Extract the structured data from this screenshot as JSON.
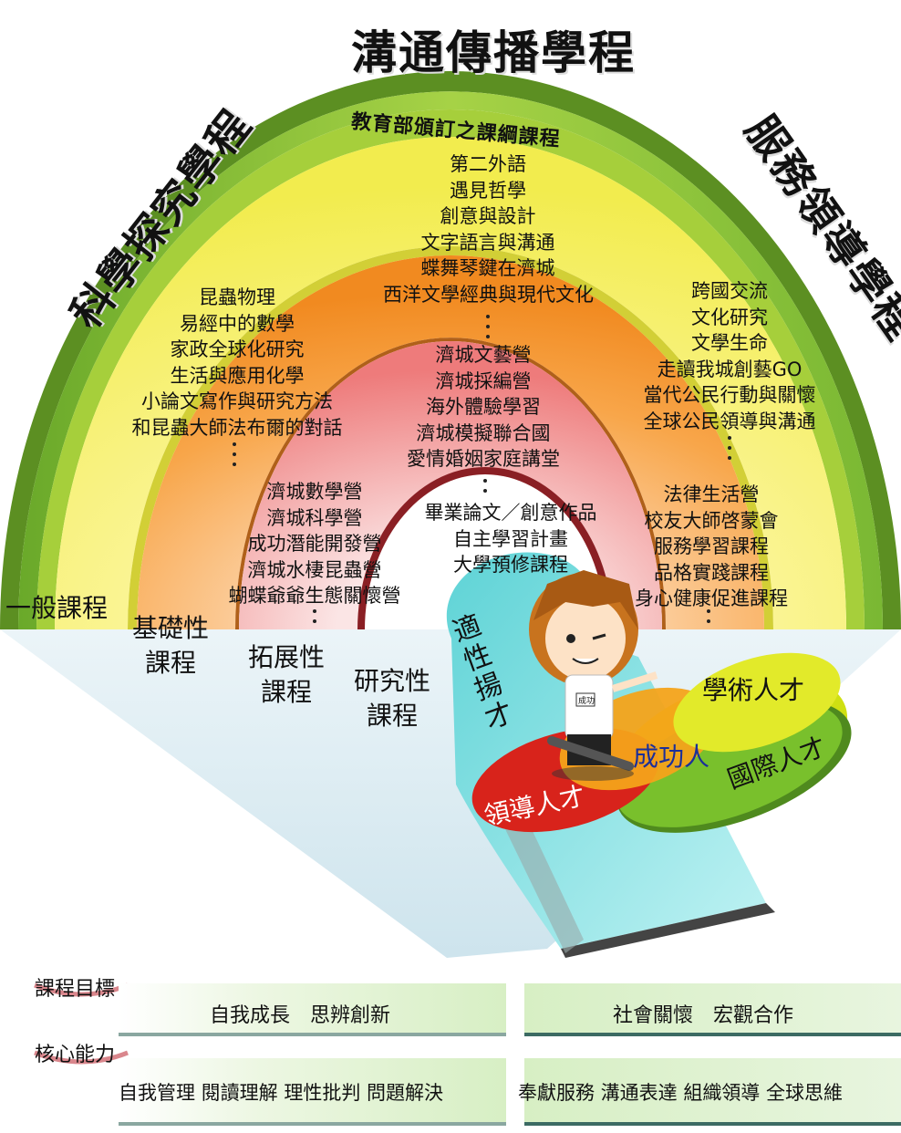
{
  "titles": {
    "top": "溝通傳播學程",
    "left": "科學探究學程",
    "right": "服務領導學程",
    "arc": "教育部頒訂之課綱課程"
  },
  "center_courses": [
    "第二外語",
    "遇見哲學",
    "創意與設計",
    "文字語言與溝通",
    "蝶舞琴鍵在濟城",
    "西洋文學經典與現代文化"
  ],
  "left_courses": [
    "昆蟲物理",
    "易經中的數學",
    "家政全球化研究",
    "生活與應用化學",
    "小論文寫作與研究方法",
    "和昆蟲大師法布爾的對話"
  ],
  "right_courses": [
    "跨國交流",
    "文化研究",
    "文學生命",
    "走讀我城創藝GO",
    "當代公民行動與關懷",
    "全球公民領導與溝通"
  ],
  "mid_center_courses": [
    "濟城文藝營",
    "濟城採編營",
    "海外體驗學習",
    "濟城模擬聯合國",
    "愛情婚姻家庭講堂"
  ],
  "mid_left_courses": [
    "濟城數學營",
    "濟城科學營",
    "成功潛能開發營",
    "濟城水棲昆蟲營",
    "蝴蝶爺爺生態關懷營"
  ],
  "mid_right_courses": [
    "法律生活營",
    "校友大師啓蒙會",
    "服務學習課程",
    "品格實踐課程",
    "身心健康促進課程"
  ],
  "inner_courses": [
    "畢業論文／創意作品",
    "自主學習計畫",
    "大學預修課程"
  ],
  "levels": {
    "general": "一般課程",
    "basic": [
      "基礎性",
      "課程"
    ],
    "extend": [
      "拓展性",
      "課程"
    ],
    "research": [
      "研究性",
      "課程"
    ]
  },
  "talent": {
    "adaptive": [
      "適",
      "性",
      "揚",
      "才"
    ],
    "academic": "學術人才",
    "success": "成功人",
    "international": "國際人才",
    "leader": "領導人才",
    "badge": "成功"
  },
  "goals": {
    "tag": "課程目標",
    "left": "自我成長　思辨創新",
    "right": "社會關懷　宏觀合作"
  },
  "competencies": {
    "tag": "核心能力",
    "left": "自我管理  閱讀理解  理性批判  問題解決",
    "right": "奉獻服務  溝通表達  組織領導  全球思維"
  },
  "colors": {
    "outer_green": "#8cc63f",
    "yellow": "#f7f26a",
    "orange": "#f7931e",
    "pink": "#f08a8a",
    "cyan": "#6fd9d8",
    "red": "#e8231c",
    "lime": "#c8d32a"
  }
}
